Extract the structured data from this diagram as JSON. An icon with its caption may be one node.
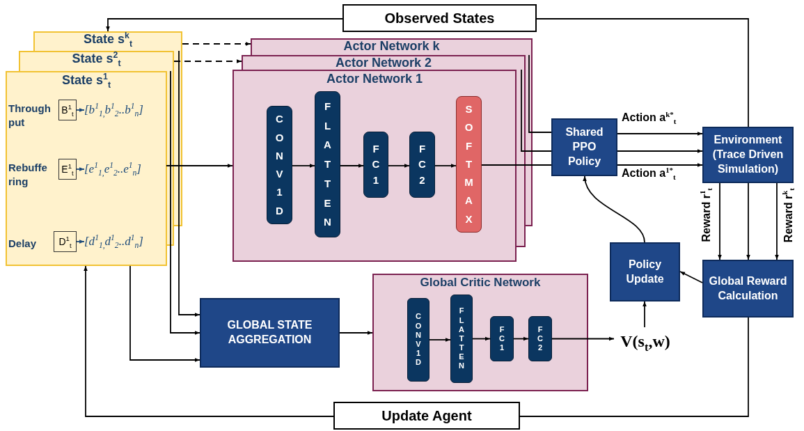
{
  "diagram": {
    "nodes": [
      {
        "text": [
          "State s$^{k}$$_{t}$"
        ]
      },
      {
        "text": [
          "State s$^{2}$$_{t}$"
        ]
      },
      {
        "text": [
          "State s$^{1}$$_{t}$"
        ]
      },
      {
        "text": [
          "B$^{1}$$_{t}$"
        ],
        "in": 2,
        "beside": [
          "Through put"
        ]
      },
      {
        "text": [
          "[b$^{1}$$_{1,}$b$^{1}$$_{2}$..b$^{1}$$_{n}$]"
        ],
        "in": 2
      },
      {
        "text": [
          "E$^{1}$$_{t}$"
        ],
        "in": 2,
        "beside": [
          "Rebuffe ring"
        ]
      },
      {
        "text": [
          "[e$^{1}$$_{1,}$e$^{1}$$_{2}$..e$^{1}$$_{n}$]"
        ],
        "in": 2
      },
      {
        "text": [
          "D$^{1}$$_{t}$"
        ],
        "in": 2,
        "beside": [
          "Delay"
        ]
      },
      {
        "text": [
          "[d$^{1}$$_{1,}$d$^{1}$$_{2}$..d$^{1}$$_{n}$]"
        ],
        "in": 2
      },
      {
        "text": [
          "Actor Network k"
        ]
      },
      {
        "text": [
          "Actor Network 2"
        ]
      },
      {
        "text": [
          "Actor Network 1"
        ]
      },
      {
        "text": [
          "CONV1D"
        ],
        "in": 11
      },
      {
        "text": [
          "FLATTEN"
        ],
        "in": 11
      },
      {
        "text": [
          "FC1"
        ],
        "in": 11
      },
      {
        "text": [
          "FC2"
        ],
        "in": 11
      },
      {
        "text": [
          "SOFTMAX"
        ],
        "in": 11
      },
      {
        "text": [
          "Shared PPO Policy"
        ]
      },
      {
        "text": [
          "Environment (Trace Driven Simulation)"
        ]
      },
      {
        "text": [
          "Observed States"
        ]
      },
      {
        "text": [
          "Global Reward Calculation"
        ]
      },
      {
        "text": [
          "Policy Update"
        ]
      },
      {
        "text": [
          "GLOBAL STATE AGGREGATION"
        ]
      },
      {
        "text": [
          "Global Critic Network"
        ]
      },
      {
        "text": [
          "CONV1D"
        ],
        "in": 23
      },
      {
        "text": [
          "FLATTEN"
        ],
        "in": 23
      },
      {
        "text": [
          "FC1"
        ],
        "in": 23
      },
      {
        "text": [
          "FC2"
        ],
        "in": 23
      },
      {
        "text": [
          "V(s$_{t}$,w)"
        ]
      },
      {
        "text": [
          "Update Agent"
        ]
      }
    ],
    "edges": [
      {
        "from": 18,
        "to": 19,
        "arrow": "none"
      },
      {
        "from": 19,
        "to": 0,
        "arrow": "to"
      },
      {
        "from": 0,
        "to": 9,
        "arrow": "to",
        "style": "dashed"
      },
      {
        "from": 1,
        "to": 10,
        "arrow": "to",
        "style": "dashed"
      },
      {
        "from": 3,
        "to": 4,
        "arrow": "to",
        "color": "#1c4a7a"
      },
      {
        "from": 5,
        "to": 6,
        "arrow": "to",
        "color": "#1c4a7a"
      },
      {
        "from": 7,
        "to": 8,
        "arrow": "to",
        "color": "#1c4a7a"
      },
      {
        "from": 6,
        "to": 11,
        "arrow": "to"
      },
      {
        "from": 12,
        "to": 13,
        "arrow": "to"
      },
      {
        "from": 13,
        "to": 14,
        "arrow": "to"
      },
      {
        "from": 14,
        "to": 15,
        "arrow": "to"
      },
      {
        "from": 15,
        "to": 16,
        "arrow": "to"
      },
      {
        "from": 16,
        "to": 17,
        "arrow": "none"
      },
      {
        "from": 10,
        "to": 17,
        "arrow": "none"
      },
      {
        "from": 9,
        "to": 17,
        "arrow": "none"
      },
      {
        "from": 17,
        "to": 18,
        "arrow": "to",
        "label": "Action a$^{k*}$$_{t}$"
      },
      {
        "from": 17,
        "to": 18,
        "arrow": "to"
      },
      {
        "from": 17,
        "to": 18,
        "arrow": "to",
        "label": "Action a$^{1*}$$_{t}$"
      },
      {
        "from": 18,
        "to": 20,
        "arrow": "to",
        "label": "Reward r$^{1}$$_{t}$"
      },
      {
        "from": 18,
        "to": 20,
        "arrow": "to"
      },
      {
        "from": 18,
        "to": 20,
        "arrow": "to",
        "label": "Reward r$^{k}$$_{t}$"
      },
      {
        "from": 20,
        "to": 21,
        "arrow": "to"
      },
      {
        "from": 21,
        "to": 17,
        "arrow": "to"
      },
      {
        "from": 28,
        "to": 21,
        "arrow": "to"
      },
      {
        "from": 22,
        "to": 23,
        "arrow": "to"
      },
      {
        "from": 24,
        "to": 25,
        "arrow": "to"
      },
      {
        "from": 25,
        "to": 26,
        "arrow": "to"
      },
      {
        "from": 26,
        "to": 27,
        "arrow": "to"
      },
      {
        "from": 27,
        "to": 28,
        "arrow": "to"
      },
      {
        "from": 2,
        "to": 22,
        "arrow": "to"
      },
      {
        "from": 1,
        "to": 22,
        "arrow": "to"
      },
      {
        "from": 0,
        "to": 22,
        "arrow": "to"
      },
      {
        "from": 20,
        "to": 29,
        "arrow": "none"
      },
      {
        "from": 29,
        "to": 2,
        "arrow": "to"
      }
    ]
  }
}
